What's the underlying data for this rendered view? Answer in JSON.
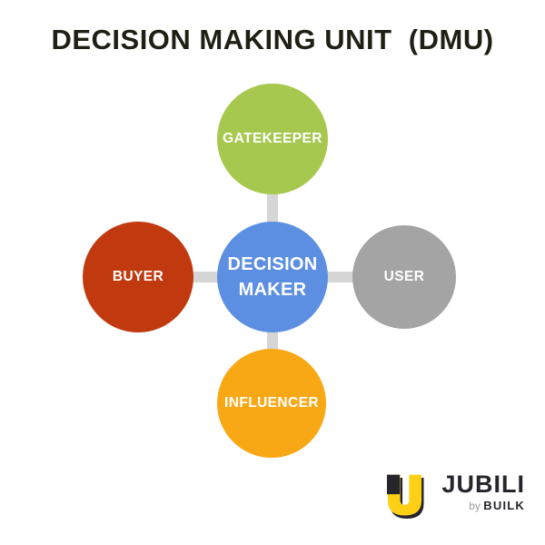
{
  "title": "DECISION MAKING UNIT  (DMU)",
  "diagram": {
    "connector_color": "#d6d6d6",
    "nodes": {
      "top": {
        "label": "GATEKEEPER",
        "color": "#a6c84e"
      },
      "left": {
        "label": "BUYER",
        "color": "#c1390e"
      },
      "center": {
        "label": "DECISION MAKER",
        "color": "#5c8fe2"
      },
      "right": {
        "label": "USER",
        "color": "#a4a4a4"
      },
      "bottom": {
        "label": "INFLUENCER",
        "color": "#f8a815"
      }
    }
  },
  "logo": {
    "brand": "JUBILI",
    "byline_prefix": "by",
    "byline_brand": "BUILK",
    "colors": {
      "icon_yellow": "#fdd015",
      "icon_dark": "#26252b",
      "byline_gray": "#9c9c9c"
    }
  }
}
